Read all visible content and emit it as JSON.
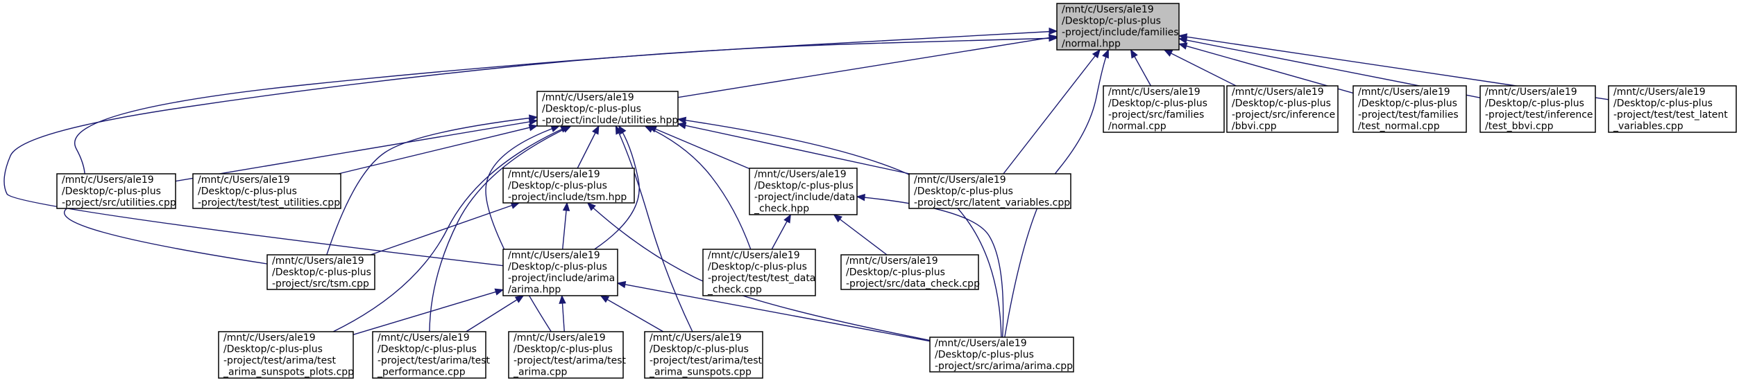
{
  "graph": {
    "type": "include-dependency-graph",
    "colors": {
      "edge": "#191970",
      "root_fill": "#bfbfbf",
      "node_fill": "#ffffff",
      "border": "#000000"
    },
    "nodes": [
      {
        "id": "root",
        "lines": [
          "/mnt/c/Users/ale19",
          "/Desktop/c-plus-plus",
          "-project/include/families",
          "/normal.hpp"
        ],
        "highlight": true
      },
      {
        "id": "utilities_hpp",
        "lines": [
          "/mnt/c/Users/ale19",
          "/Desktop/c-plus-plus",
          "-project/include/utilities.hpp"
        ]
      },
      {
        "id": "src_families_normal",
        "lines": [
          "/mnt/c/Users/ale19",
          "/Desktop/c-plus-plus",
          "-project/src/families",
          "/normal.cpp"
        ]
      },
      {
        "id": "src_inference_bbvi",
        "lines": [
          "/mnt/c/Users/ale19",
          "/Desktop/c-plus-plus",
          "-project/src/inference",
          "/bbvi.cpp"
        ]
      },
      {
        "id": "test_families_normal",
        "lines": [
          "/mnt/c/Users/ale19",
          "/Desktop/c-plus-plus",
          "-project/test/families",
          "/test_normal.cpp"
        ]
      },
      {
        "id": "test_inference_bbvi",
        "lines": [
          "/mnt/c/Users/ale19",
          "/Desktop/c-plus-plus",
          "-project/test/inference",
          "/test_bbvi.cpp"
        ]
      },
      {
        "id": "test_latent",
        "lines": [
          "/mnt/c/Users/ale19",
          "/Desktop/c-plus-plus",
          "-project/test/test_latent",
          "_variables.cpp"
        ]
      },
      {
        "id": "src_utilities",
        "lines": [
          "/mnt/c/Users/ale19",
          "/Desktop/c-plus-plus",
          "-project/src/utilities.cpp"
        ]
      },
      {
        "id": "test_utilities",
        "lines": [
          "/mnt/c/Users/ale19",
          "/Desktop/c-plus-plus",
          "-project/test/test_utilities.cpp"
        ]
      },
      {
        "id": "tsm_hpp",
        "lines": [
          "/mnt/c/Users/ale19",
          "/Desktop/c-plus-plus",
          "-project/include/tsm.hpp"
        ]
      },
      {
        "id": "data_check_hpp",
        "lines": [
          "/mnt/c/Users/ale19",
          "/Desktop/c-plus-plus",
          "-project/include/data",
          "_check.hpp"
        ]
      },
      {
        "id": "src_latent",
        "lines": [
          "/mnt/c/Users/ale19",
          "/Desktop/c-plus-plus",
          "-project/src/latent_variables.cpp"
        ]
      },
      {
        "id": "src_tsm",
        "lines": [
          "/mnt/c/Users/ale19",
          "/Desktop/c-plus-plus",
          "-project/src/tsm.cpp"
        ]
      },
      {
        "id": "arima_hpp",
        "lines": [
          "/mnt/c/Users/ale19",
          "/Desktop/c-plus-plus",
          "-project/include/arima",
          "/arima.hpp"
        ]
      },
      {
        "id": "test_data_check",
        "lines": [
          "/mnt/c/Users/ale19",
          "/Desktop/c-plus-plus",
          "-project/test/test_data",
          "_check.cpp"
        ]
      },
      {
        "id": "src_data_check",
        "lines": [
          "/mnt/c/Users/ale19",
          "/Desktop/c-plus-plus",
          "-project/src/data_check.cpp"
        ]
      },
      {
        "id": "test_sunspots_plots",
        "lines": [
          "/mnt/c/Users/ale19",
          "/Desktop/c-plus-plus",
          "-project/test/arima/test",
          "_arima_sunspots_plots.cpp"
        ]
      },
      {
        "id": "test_performance",
        "lines": [
          "/mnt/c/Users/ale19",
          "/Desktop/c-plus-plus",
          "-project/test/arima/test",
          "_performance.cpp"
        ]
      },
      {
        "id": "test_arima",
        "lines": [
          "/mnt/c/Users/ale19",
          "/Desktop/c-plus-plus",
          "-project/test/arima/test",
          "_arima.cpp"
        ]
      },
      {
        "id": "test_sunspots",
        "lines": [
          "/mnt/c/Users/ale19",
          "/Desktop/c-plus-plus",
          "-project/test/arima/test",
          "_arima_sunspots.cpp"
        ]
      },
      {
        "id": "src_arima",
        "lines": [
          "/mnt/c/Users/ale19",
          "/Desktop/c-plus-plus",
          "-project/src/arima/arima.cpp"
        ]
      }
    ],
    "edges": [
      [
        "root",
        "utilities_hpp"
      ],
      [
        "root",
        "src_families_normal"
      ],
      [
        "root",
        "src_inference_bbvi"
      ],
      [
        "root",
        "test_families_normal"
      ],
      [
        "root",
        "test_inference_bbvi"
      ],
      [
        "root",
        "test_latent"
      ],
      [
        "root",
        "src_latent"
      ],
      [
        "root",
        "src_arima"
      ],
      [
        "root",
        "src_tsm"
      ],
      [
        "root",
        "arima_hpp"
      ],
      [
        "utilities_hpp",
        "src_utilities"
      ],
      [
        "utilities_hpp",
        "test_utilities"
      ],
      [
        "utilities_hpp",
        "tsm_hpp"
      ],
      [
        "utilities_hpp",
        "data_check_hpp"
      ],
      [
        "utilities_hpp",
        "src_latent"
      ],
      [
        "utilities_hpp",
        "src_tsm"
      ],
      [
        "utilities_hpp",
        "arima_hpp"
      ],
      [
        "utilities_hpp",
        "test_data_check"
      ],
      [
        "utilities_hpp",
        "test_sunspots_plots"
      ],
      [
        "utilities_hpp",
        "test_performance"
      ],
      [
        "utilities_hpp",
        "test_arima"
      ],
      [
        "utilities_hpp",
        "test_sunspots"
      ],
      [
        "utilities_hpp",
        "src_arima"
      ],
      [
        "tsm_hpp",
        "src_tsm"
      ],
      [
        "tsm_hpp",
        "arima_hpp"
      ],
      [
        "tsm_hpp",
        "src_arima"
      ],
      [
        "data_check_hpp",
        "test_data_check"
      ],
      [
        "data_check_hpp",
        "src_data_check"
      ],
      [
        "data_check_hpp",
        "src_arima"
      ],
      [
        "arima_hpp",
        "test_sunspots_plots"
      ],
      [
        "arima_hpp",
        "test_performance"
      ],
      [
        "arima_hpp",
        "test_arima"
      ],
      [
        "arima_hpp",
        "test_sunspots"
      ],
      [
        "arima_hpp",
        "src_arima"
      ]
    ]
  }
}
